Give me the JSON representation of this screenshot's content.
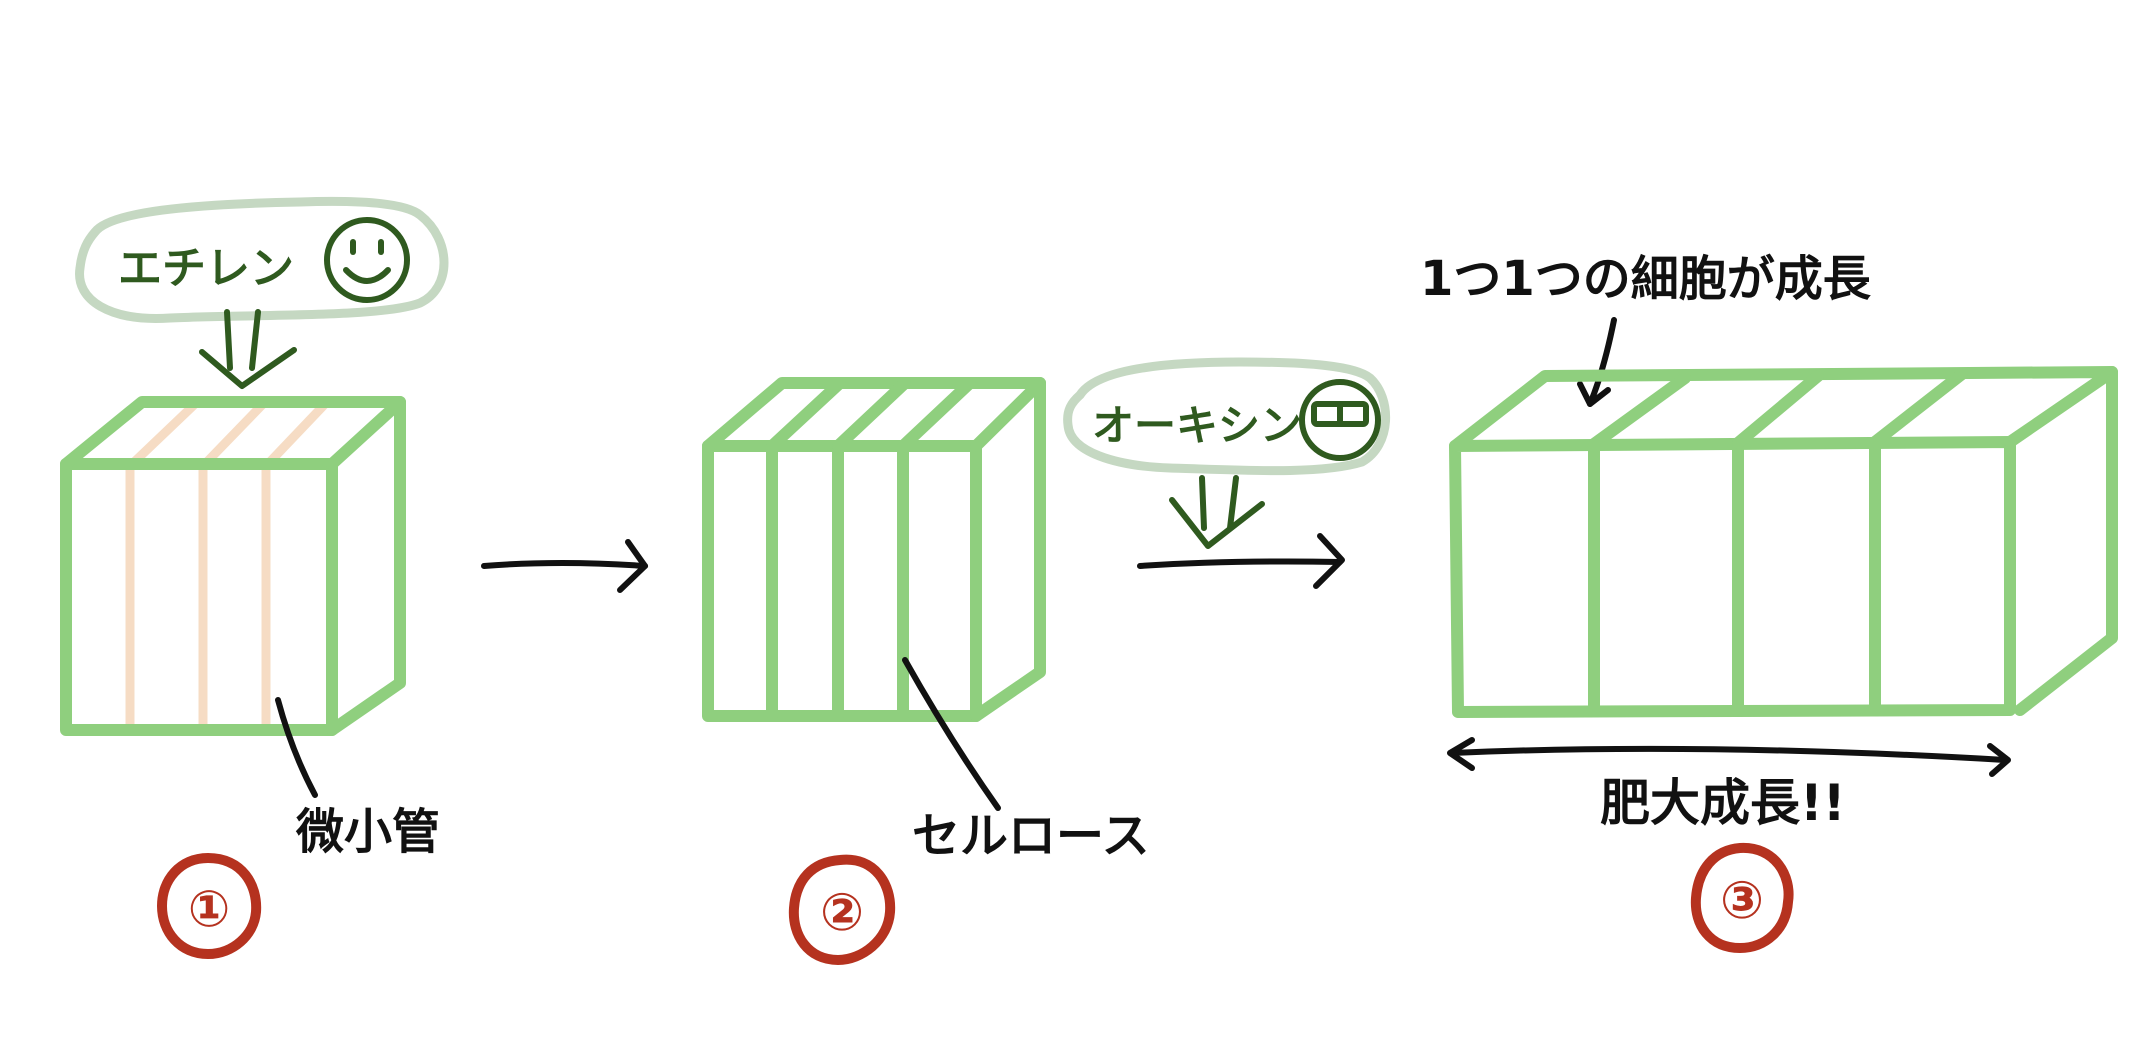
{
  "labels": {
    "ethylene": "エチレン",
    "auxin": "オーキシン",
    "microtubule": "微小管",
    "cellulose": "セルロース",
    "cell_growth": "1つ1つの細胞が成長",
    "hypertrophy": "肥大成長!!"
  },
  "steps": [
    "①",
    "②",
    "③"
  ],
  "colors": {
    "cell_wall": "#8fcf7e",
    "microtubule": "#f6dcc4",
    "hormone_text": "#2f5a1f",
    "hormone_bubble": "#c5d8c2",
    "step_number": "#b5321f",
    "ink": "#111111"
  },
  "icons": [
    "smiley-face-icon",
    "flat-face-icon"
  ]
}
